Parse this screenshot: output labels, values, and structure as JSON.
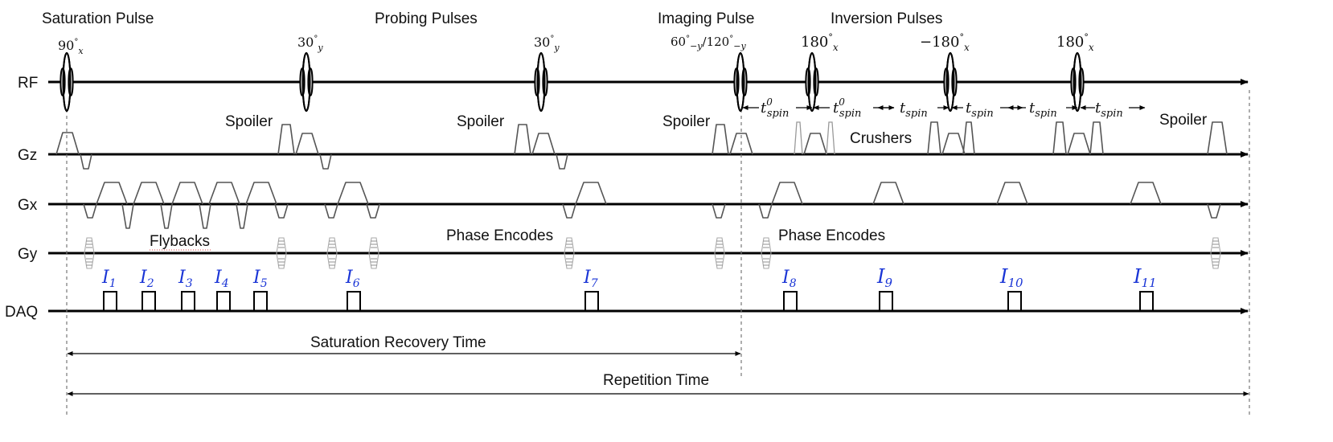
{
  "sections": {
    "saturation": "Saturation Pulse",
    "probing": "Probing Pulses",
    "imaging": "Imaging Pulse",
    "inversion": "Inversion Pulses"
  },
  "channels": [
    "RF",
    "Gz",
    "Gx",
    "Gy",
    "DAQ"
  ],
  "rf_pulses": [
    {
      "angle": "90",
      "axis": "x"
    },
    {
      "angle": "30",
      "axis": "y"
    },
    {
      "angle": "30",
      "axis": "y"
    },
    {
      "angle": "60",
      "axis": "−y",
      "angle2": "120",
      "axis2": "−y"
    },
    {
      "angle": "180",
      "axis": "x"
    },
    {
      "angle": "−180",
      "axis": "x"
    },
    {
      "angle": "180",
      "axis": "x"
    }
  ],
  "timing": {
    "t0_base": "t",
    "t0_sup": "0",
    "t0_sub": "spin",
    "t_base": "t",
    "t_sub": "spin"
  },
  "labels": {
    "spoiler": "Spoiler",
    "crushers": "Crushers",
    "flybacks": "Flybacks",
    "phase_encodes": "Phase Encodes"
  },
  "acquisitions": [
    "1",
    "2",
    "3",
    "4",
    "5",
    "6",
    "7",
    "8",
    "9",
    "10",
    "11"
  ],
  "acq_letter": "I",
  "intervals": {
    "saturation_recovery": "Saturation Recovery Time",
    "repetition": "Repetition Time"
  }
}
